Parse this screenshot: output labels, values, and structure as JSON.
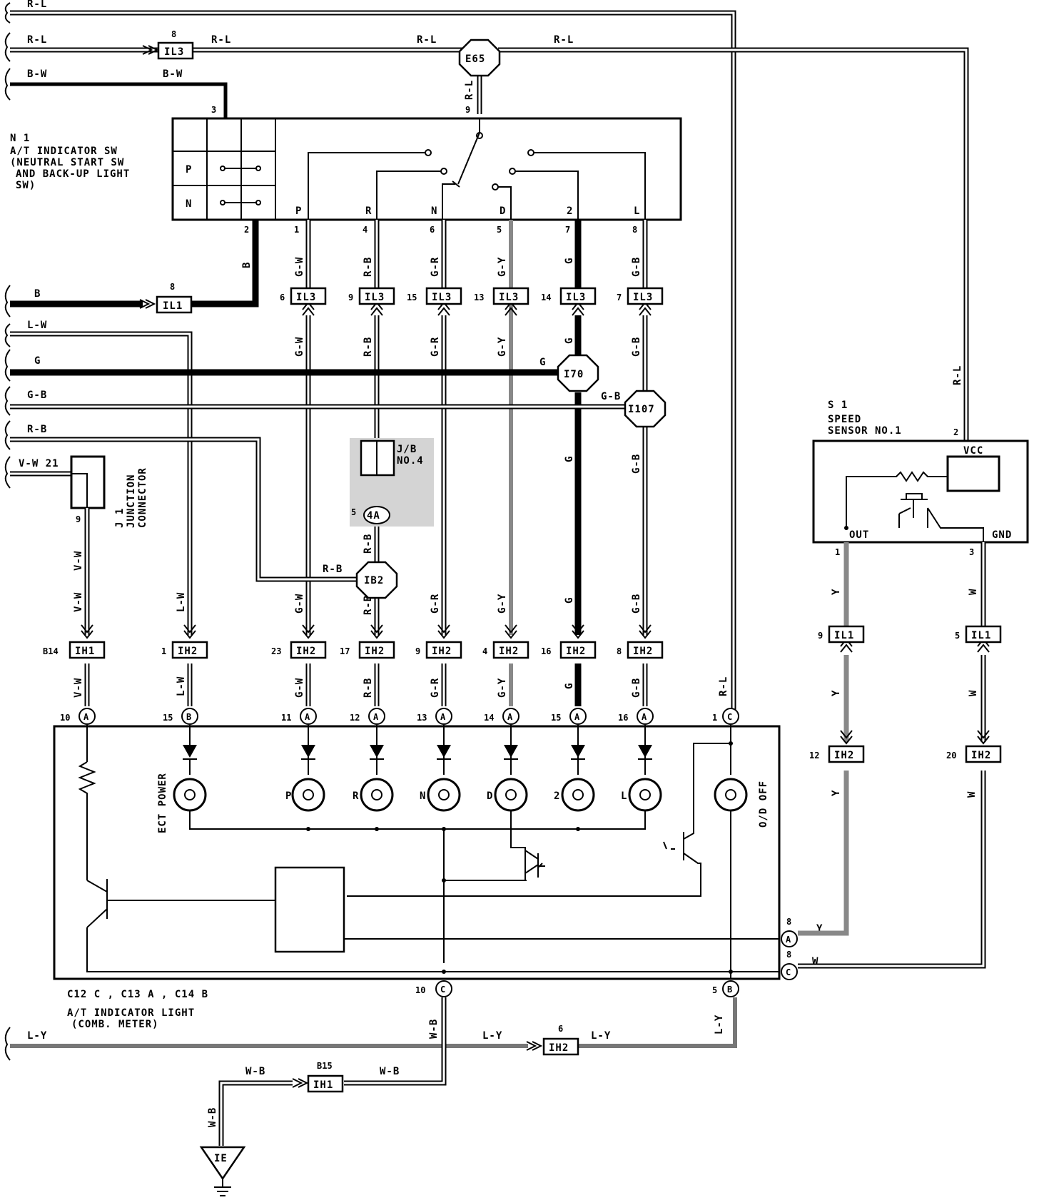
{
  "components": {
    "n1": {
      "id": "N 1",
      "lines": [
        "A/T INDICATOR SW",
        "(NEUTRAL START SW",
        "AND BACK-UP LIGHT",
        "SW)"
      ],
      "grid": [
        "P",
        "N"
      ]
    },
    "s1": {
      "id": "S 1",
      "lines": [
        "SPEED",
        "SENSOR NO.1"
      ],
      "pins": {
        "vcc": "VCC",
        "out": "OUT",
        "gnd": "GND"
      }
    },
    "j1": {
      "id": "J 1",
      "lines": [
        "JUNCTION",
        "CONNECTOR"
      ]
    },
    "jb": {
      "lines": [
        "J/B",
        "NO.4"
      ],
      "conn": "4A",
      "pin": "5"
    },
    "meter": {
      "conn_line": "C12 C , C13 A , C14 B",
      "lines": [
        "A/T INDICATOR LIGHT",
        "(COMB. METER)"
      ]
    },
    "ground": "IE"
  },
  "switch_terminals": [
    "P",
    "R",
    "N",
    "D",
    "2",
    "L"
  ],
  "switch_pins": [
    "1",
    "4",
    "6",
    "5",
    "7",
    "8"
  ],
  "switch_pin_ground": "2",
  "switch_pin_supply": "3",
  "switch_pin_ign": "9",
  "splices": [
    "E65",
    "I70",
    "I107",
    "IB2"
  ],
  "wire_colors": {
    "left": [
      "R-L",
      "R-L",
      "B-W",
      "B",
      "L-W",
      "G",
      "G-B",
      "R-B",
      "V-W 21",
      "L-Y"
    ],
    "cols": [
      "G-W",
      "R-B",
      "G-R",
      "G-Y",
      "G",
      "G-B"
    ],
    "misc": [
      "R-L",
      "B-W",
      "B",
      "L-W",
      "V-W",
      "Y",
      "W",
      "W-B",
      "L-Y"
    ]
  },
  "il3_connectors": [
    {
      "pin": "6",
      "name": "IL3"
    },
    {
      "pin": "9",
      "name": "IL3"
    },
    {
      "pin": "15",
      "name": "IL3"
    },
    {
      "pin": "13",
      "name": "IL3"
    },
    {
      "pin": "14",
      "name": "IL3"
    },
    {
      "pin": "7",
      "name": "IL3"
    }
  ],
  "lower_connectors": [
    {
      "pin": "B14",
      "name": "IH1"
    },
    {
      "pin": "1",
      "name": "IH2"
    },
    {
      "pin": "23",
      "name": "IH2"
    },
    {
      "pin": "17",
      "name": "IH2"
    },
    {
      "pin": "9",
      "name": "IH2"
    },
    {
      "pin": "4",
      "name": "IH2"
    },
    {
      "pin": "16",
      "name": "IH2"
    },
    {
      "pin": "8",
      "name": "IH2"
    }
  ],
  "meter_pins": [
    {
      "pin": "10",
      "c": "A"
    },
    {
      "pin": "15",
      "c": "B"
    },
    {
      "pin": "11",
      "c": "A"
    },
    {
      "pin": "12",
      "c": "A"
    },
    {
      "pin": "13",
      "c": "A"
    },
    {
      "pin": "14",
      "c": "A"
    },
    {
      "pin": "15",
      "c": "A"
    },
    {
      "pin": "16",
      "c": "A"
    },
    {
      "pin": "1",
      "c": "C"
    }
  ],
  "lamps": [
    "ECT POWER",
    "P",
    "R",
    "N",
    "D",
    "2",
    "L",
    "O/D OFF"
  ],
  "other_connectors": {
    "il3_top": {
      "pin": "8",
      "name": "IL3"
    },
    "il1_b": {
      "pin": "8",
      "name": "IL1"
    },
    "il1_y": {
      "pin": "9",
      "name": "IL1"
    },
    "il1_w": {
      "pin": "5",
      "name": "IL1"
    },
    "ih2_y": {
      "pin": "12",
      "name": "IH2"
    },
    "ih2_w": {
      "pin": "20",
      "name": "IH2"
    },
    "ih2_ly": {
      "pin": "6",
      "name": "IH2"
    },
    "ih1_wb": {
      "pin": "B15",
      "name": "IH1"
    },
    "s1_pins": [
      "2",
      "1",
      "3"
    ],
    "meter_right": [
      {
        "pin": "8",
        "c": "A"
      },
      {
        "pin": "8",
        "c": "C"
      }
    ],
    "meter_bottom": [
      {
        "pin": "10",
        "c": "C"
      },
      {
        "pin": "5",
        "c": "B"
      }
    ],
    "j1_pin": "9"
  }
}
